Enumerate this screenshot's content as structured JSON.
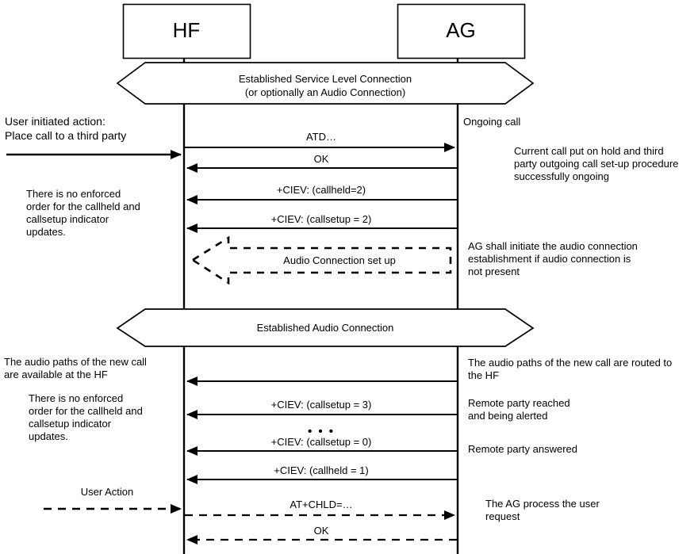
{
  "diagram": {
    "title": "Three-way calling / place call to a third party (HF - AG)",
    "type": "uml-sequence-diagram",
    "colors": {
      "stroke": "#000000",
      "background": "#ffffff",
      "text": "#000000"
    }
  },
  "lifelines": [
    {
      "id": "hf",
      "label": "HF"
    },
    {
      "id": "ag",
      "label": "AG"
    }
  ],
  "bands": [
    {
      "id": "service-level-connection",
      "line1": "Established Service Level Connection",
      "line2": "(or optionally an Audio Connection)"
    },
    {
      "id": "audio-connection",
      "line1": "Established Audio Connection",
      "line2": ""
    }
  ],
  "messages": [
    {
      "id": "atd",
      "label": "ATD…",
      "from": "hf",
      "to": "ag",
      "style": "solid"
    },
    {
      "id": "ok-1",
      "label": "OK",
      "from": "ag",
      "to": "hf",
      "style": "solid"
    },
    {
      "id": "ciev-callheld-2",
      "label": "+CIEV: (callheld=2)",
      "from": "ag",
      "to": "hf",
      "style": "solid"
    },
    {
      "id": "ciev-callsetup-2",
      "label": "+CIEV: (callsetup = 2)",
      "from": "ag",
      "to": "hf",
      "style": "solid"
    },
    {
      "id": "audio-setup",
      "label": "Audio Connection set up",
      "from": "ag",
      "to": "hf",
      "style": "dashed-block"
    },
    {
      "id": "audio-path",
      "label": "",
      "from": "ag",
      "to": "hf",
      "style": "solid"
    },
    {
      "id": "ciev-callsetup-3",
      "label": "+CIEV: (callsetup = 3)",
      "from": "ag",
      "to": "hf",
      "style": "solid"
    },
    {
      "id": "ciev-callsetup-0",
      "label": "+CIEV: (callsetup = 0)",
      "from": "ag",
      "to": "hf",
      "style": "solid"
    },
    {
      "id": "ciev-callheld-1",
      "label": "+CIEV: (callheld = 1)",
      "from": "ag",
      "to": "hf",
      "style": "solid"
    },
    {
      "id": "at-chld",
      "label": "AT+CHLD=…",
      "from": "hf",
      "to": "ag",
      "style": "dashed"
    },
    {
      "id": "ok-2",
      "label": "OK",
      "from": "ag",
      "to": "hf",
      "style": "dashed"
    }
  ],
  "ellipsis": "• • •",
  "left_notes": [
    {
      "id": "user-initiated-action",
      "text": "User initiated action:\nPlace call to a third party"
    },
    {
      "id": "no-enforced-order-1",
      "text": "There is no enforced\norder for the callheld and\ncallsetup indicator\nupdates."
    },
    {
      "id": "audio-paths-available",
      "text": "The audio paths of the new call\nare available at the HF"
    },
    {
      "id": "no-enforced-order-2",
      "text": "There is no enforced\norder for the callheld and\ncallsetup indicator\nupdates."
    },
    {
      "id": "user-action",
      "text": "User Action"
    }
  ],
  "right_notes": [
    {
      "id": "ongoing-call",
      "text": "Ongoing call"
    },
    {
      "id": "current-call-hold",
      "text": "Current call put on hold and  third\nparty outgoing call set-up procedure\nsuccessfully ongoing"
    },
    {
      "id": "ag-initiate-audio",
      "text": "AG shall initiate the audio connection\nestablishment if audio connection is\nnot present"
    },
    {
      "id": "audio-paths-routed",
      "text": "The audio paths of the new call are routed to\nthe HF"
    },
    {
      "id": "remote-party-alerted",
      "text": "Remote party reached\nand being alerted"
    },
    {
      "id": "remote-party-answered",
      "text": "Remote party answered"
    },
    {
      "id": "ag-process-request",
      "text": "The AG process the user\nrequest"
    }
  ]
}
